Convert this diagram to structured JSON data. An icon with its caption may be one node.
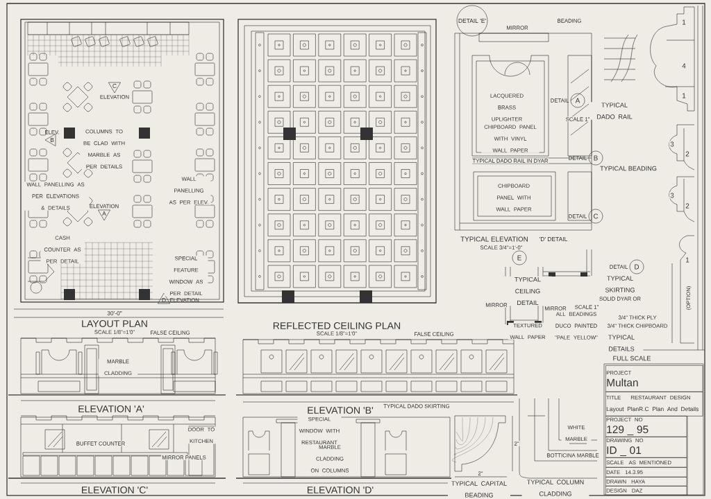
{
  "diagram": {
    "nodes": [
      {
        "text": [
          "PROJECT",
          "Multan"
        ]
      },
      {
        "text": [
          "TITLE",
          "RESTAURANT DESIGN",
          "Layout PlanR.C Plan And Details"
        ]
      },
      {
        "text": [
          "PROJECT NO",
          "129 _ 95"
        ]
      },
      {
        "text": [
          "DRAWING NO",
          "ID _ 01"
        ]
      },
      {
        "text": [
          "SCALE",
          "AS MENTIONED"
        ]
      },
      {
        "text": [
          "DATE",
          "14.3.95"
        ]
      },
      {
        "text": [
          "DRAWN",
          "HAYA"
        ]
      },
      {
        "text": [
          "DESIGN",
          "DAZ"
        ]
      },
      {
        "text": [
          "A"
        ],
        "beside": [
          "DETAIL"
        ]
      },
      {
        "text": [
          "B"
        ],
        "beside": [
          "DETAIL"
        ]
      },
      {
        "text": [
          "C"
        ],
        "beside": [
          "DETAIL"
        ]
      },
      {
        "text": [
          "D"
        ],
        "beside": [
          "DETAIL"
        ]
      },
      {
        "text": [
          "E"
        ]
      },
      {
        "text": [
          "DETAIL 'E'"
        ]
      },
      {
        "text": [
          "C"
        ],
        "beside": [
          "ELEVATION"
        ]
      },
      {
        "text": [
          "B"
        ],
        "beside": [
          "ELEV."
        ]
      },
      {
        "text": [
          "A"
        ],
        "beside": [
          "ELEVATION"
        ]
      },
      {
        "text": [
          "D"
        ],
        "beside": [
          "ELEVATION"
        ]
      }
    ],
    "labels": [
      "LAYOUT PLAN",
      "SCALE 1/8\"=1'0\"",
      "REFLECTED CEILING PLAN",
      "SCALE 1/8\"=1'0\"",
      "30'-0\"",
      "TYPICAL ELEVATION",
      "'D' DETAIL",
      "SCALE 3/4\"=1'-0\"",
      "TYPICAL CEILING DETAIL",
      "TYPICAL DADO RAIL",
      "SCALE 1\"",
      "TYPICAL BEADING",
      "TYPICAL SKIRTING",
      "SOLID DYAR OR",
      "SCALE 1\"",
      "3/4\" THICK PLY",
      "3/4\" THICK CHIPBOARD",
      "TYPICAL DETAILS",
      "FULL SCALE",
      "(OPTION)",
      "1",
      "4",
      "1",
      "3",
      "2",
      "3",
      "2",
      "1",
      "ELEVATION 'A'",
      "ELEVATION 'B'",
      "ELEVATION 'C'",
      "ELEVATION 'D'",
      "TYPICAL CAPITAL BEADING",
      "TYPICAL COLUMN CLADDING",
      "2\"",
      "2\"",
      "BUFFET COUNTER",
      "MIRROR PANELS",
      "DOOR TO KITCHEN",
      "MARBLE CLADDING",
      "FALSE CEILING",
      "FALSE CEILING",
      "TYPICAL DADO SKIRTING",
      "SPECIAL WINDOW WITH RESTAURANT SIGN",
      "MARBLE CLADDING ON COLUMNS",
      "TYPICAL DADO RAIL IN DYAR",
      "CHIPBOARD PANEL WITH WALL PAPER",
      "CHIPBOARD PANEL WITH VINYL WALL PAPER",
      "LACQUERED BRASS UPLIGHTER",
      "MIRROR",
      "BEADING",
      "MIRROR",
      "MIRROR",
      "TEXTURED WALL PAPER",
      "ALL BEADINGS DUCO PAINTED \"PALE YELLOW\"",
      "WHITE MARBLE",
      "BOTTICINA MARBLE",
      "CASH COUNTER AS PER DETAIL",
      "WALL PANELLING AS PER ELEVATIONS & DETAILS",
      "WALL PANELLING AS PER ELEV.",
      "COLUMNS TO BE CLAD WITH MARBLE AS PER DETAILS",
      "SPECIAL FEATURE WINDOW AS PER DETAIL"
    ]
  }
}
